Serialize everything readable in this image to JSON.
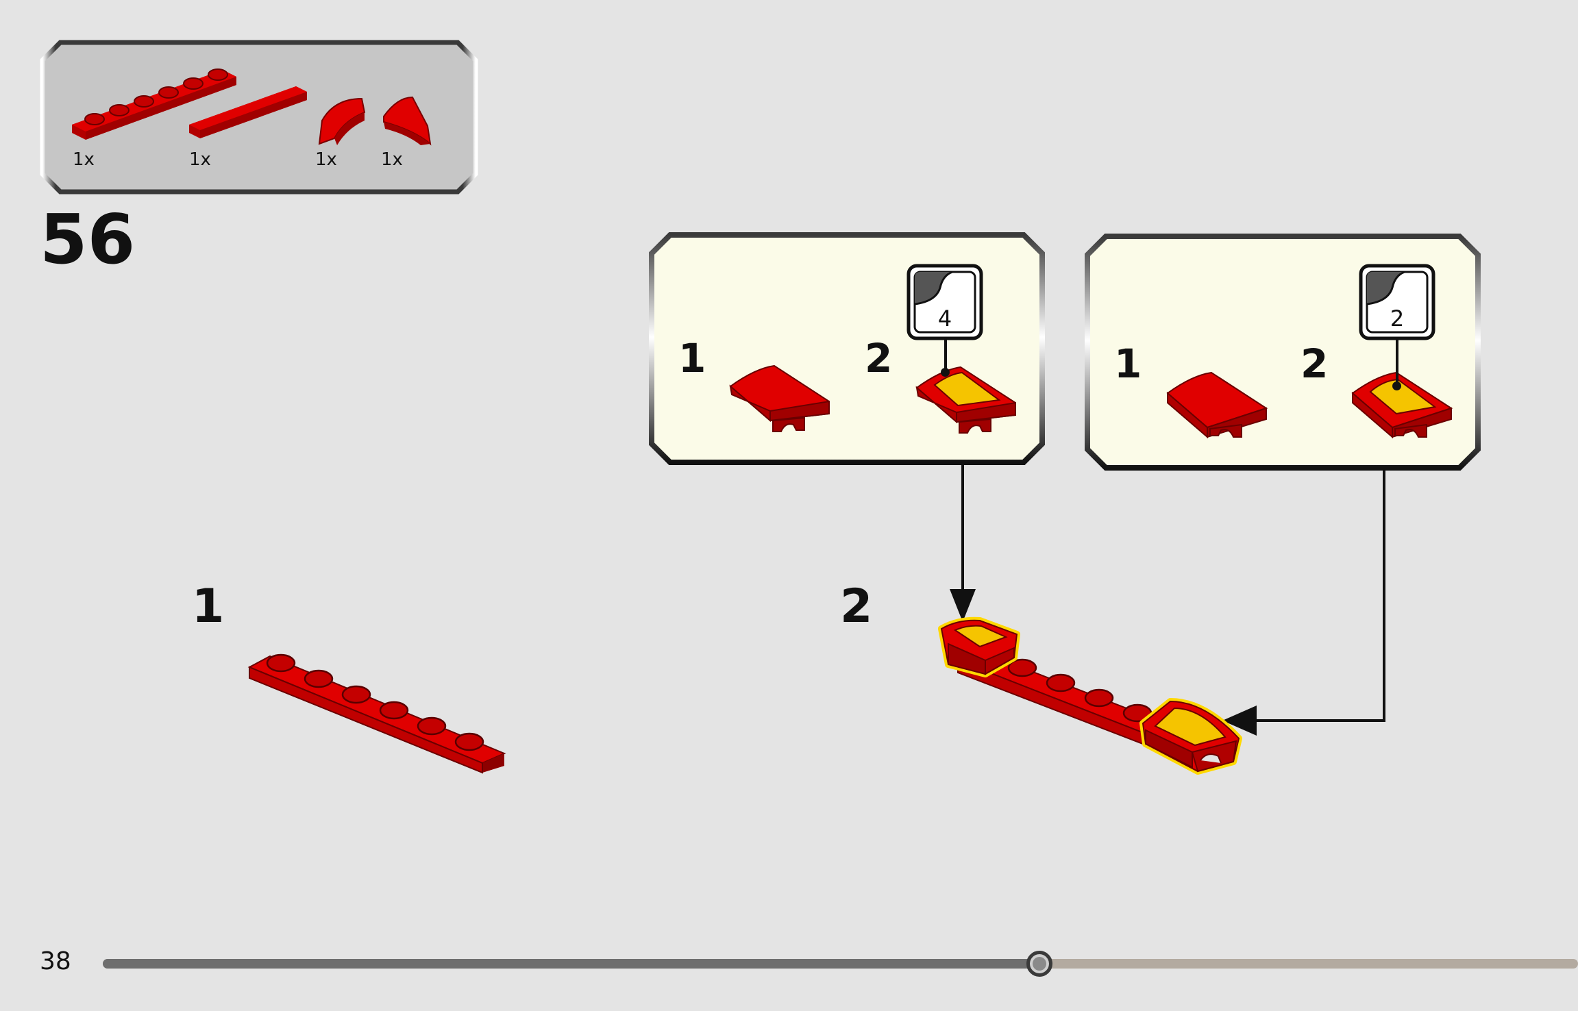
{
  "step": {
    "number": "56"
  },
  "parts_list": {
    "items": [
      {
        "name": "plate-1x6",
        "qty": "1x"
      },
      {
        "name": "tile-1x4",
        "qty": "1x"
      },
      {
        "name": "curved-wedge-right",
        "qty": "1x"
      },
      {
        "name": "curved-wedge-left",
        "qty": "1x"
      }
    ]
  },
  "sub_steps": {
    "step1": "1",
    "step2": "2"
  },
  "callouts": [
    {
      "step_a": "1",
      "step_b": "2",
      "sticker_number": "4"
    },
    {
      "step_a": "1",
      "step_b": "2",
      "sticker_number": "2"
    }
  ],
  "footer": {
    "page_number": "38",
    "progress": 0.635
  },
  "colors": {
    "background": "#e4e4e4",
    "callout_background": "#fbfbe8",
    "brick_red": "#d10000",
    "sticker_yellow": "#f5c400",
    "highlight_yellow": "#ffd800",
    "progress_done": "#6e6e6e",
    "progress_remaining": "#b3aaa0"
  }
}
